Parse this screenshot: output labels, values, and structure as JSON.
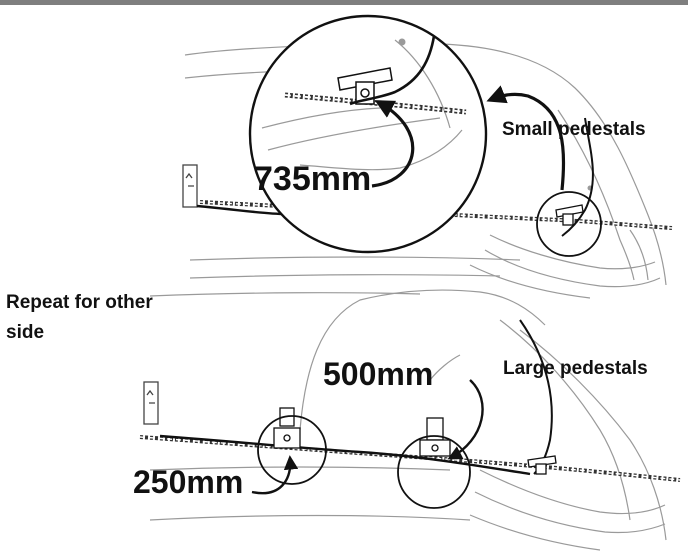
{
  "labels": {
    "small_pedestals": "Small pedestals",
    "large_pedestals": "Large pedestals",
    "repeat_note": "Repeat for other side",
    "measure_735": "735mm",
    "measure_500": "500mm",
    "measure_250": "250mm"
  },
  "colors": {
    "top_rule": "#7f7f7f",
    "line_art": "#9a9a9a",
    "ink": "#111111",
    "background": "#ffffff"
  },
  "icons": [
    "pedestal-bracket-icon",
    "wall-bracket-icon",
    "curved-arrow-icon"
  ]
}
